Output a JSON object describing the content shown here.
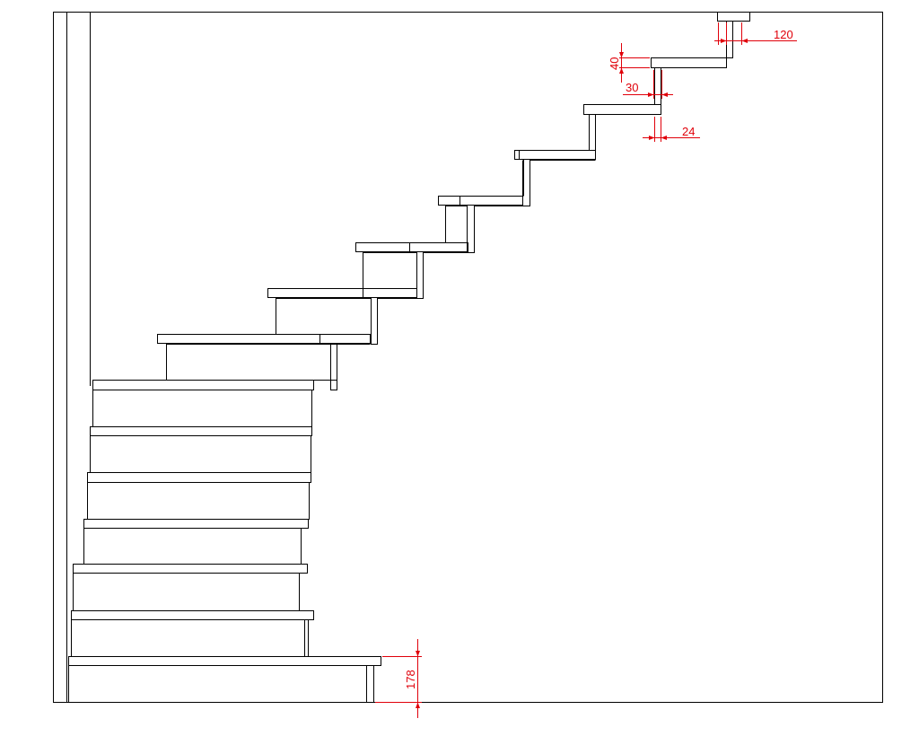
{
  "drawing": {
    "line_color": "#000000",
    "dimension_color": "#e0000a",
    "background": "#ffffff"
  },
  "dimensions": {
    "top_overhang": "120",
    "tread_thickness": "40",
    "tread_setback": "30",
    "stringer_thickness": "24",
    "riser_height": "178"
  }
}
